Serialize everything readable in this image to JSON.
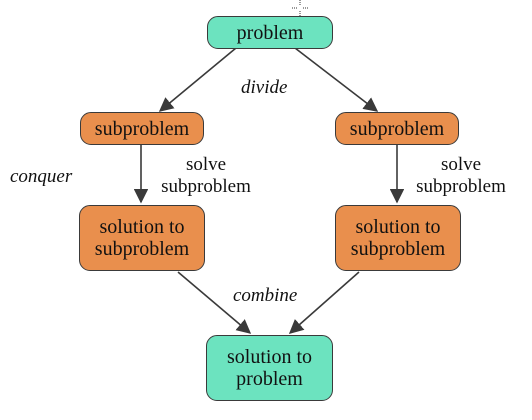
{
  "nodes": {
    "problem": "problem",
    "subproblem_left": "subproblem",
    "subproblem_right": "subproblem",
    "solution_left": "solution to\nsubproblem",
    "solution_right": "solution to\nsubproblem",
    "solution_final": "solution to\nproblem"
  },
  "labels": {
    "divide": "divide",
    "conquer": "conquer",
    "solve_left": "solve\nsubproblem",
    "solve_right": "solve\nsubproblem",
    "combine": "combine"
  },
  "colors": {
    "green": "#6ce3bf",
    "orange": "#e98f4d",
    "arrow": "#3a3a3a"
  },
  "icons": {
    "cursor": "crosshair-cursor-icon"
  }
}
